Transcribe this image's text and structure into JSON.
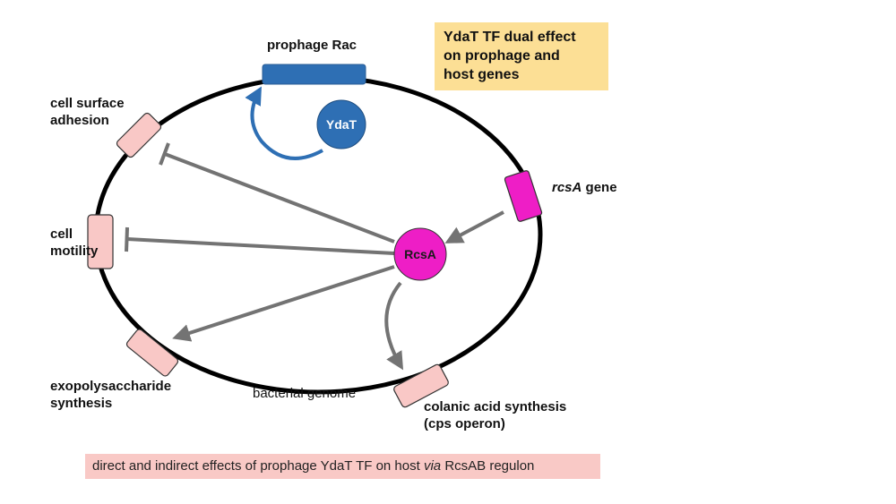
{
  "title_box": {
    "line1": "YdaT TF dual effect",
    "line2": "on prophage and",
    "line3": "host  genes"
  },
  "nodes": {
    "ydat": "YdaT",
    "rcsa": "RcsA"
  },
  "labels": {
    "prophage_rac": "prophage Rac",
    "cell_surface_line1": "cell surface",
    "cell_surface_line2": "adhesion",
    "cell_motility_line1": "cell",
    "cell_motility_line2": "motility",
    "rcsa_gene_italic": "rcsA",
    "rcsa_gene_rest": " gene",
    "exopoly_line1": "exopolysaccharide",
    "exopoly_line2": "synthesis",
    "genome": "bacterial genome",
    "colanic_line1": "colanic acid synthesis",
    "colanic_line2": "(cps operon)"
  },
  "caption": {
    "part1": "direct and indirect effects of prophage YdaT TF on host ",
    "italic": "via",
    "part2": " RcsAB regulon"
  },
  "colors": {
    "blue": "#2e6fb4",
    "magenta": "#ee1ec6",
    "pink_gene": "#f9c8c6",
    "arrow_gray": "#737373",
    "title_bg": "#fcdf95",
    "caption_bg": "#f9c9c6"
  }
}
